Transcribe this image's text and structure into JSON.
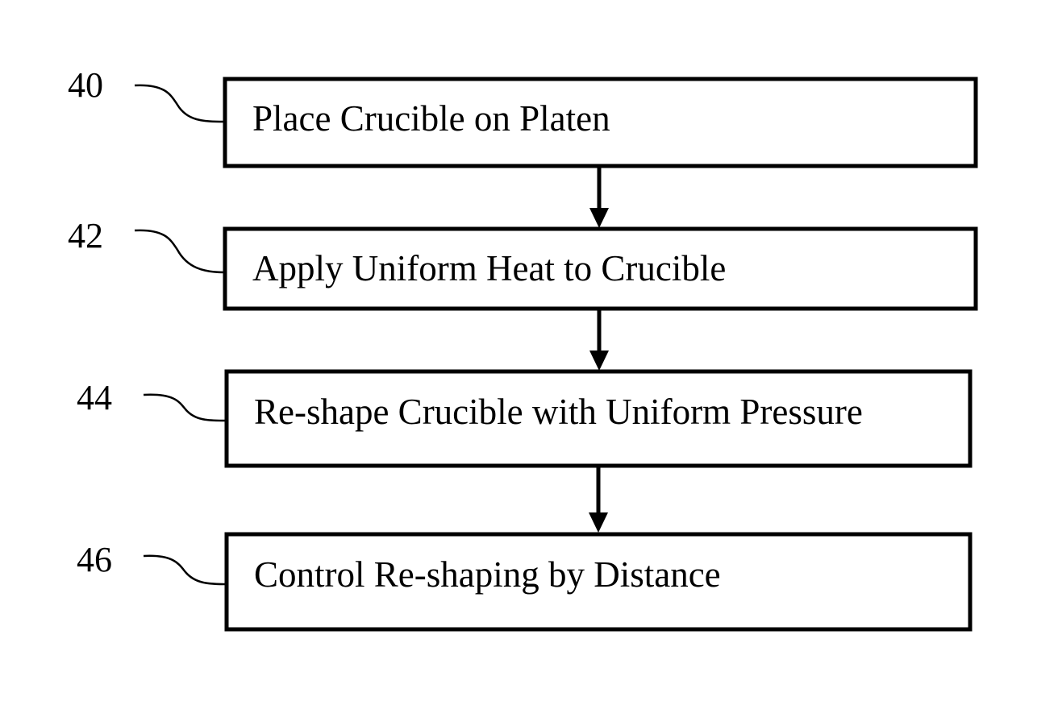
{
  "flowchart": {
    "steps": [
      {
        "ref": "40",
        "label": "Place Crucible on Platen"
      },
      {
        "ref": "42",
        "label": "Apply Uniform Heat to Crucible"
      },
      {
        "ref": "44",
        "label": "Re-shape Crucible with Uniform Pressure"
      },
      {
        "ref": "46",
        "label": "Control Re-shaping by Distance"
      }
    ]
  },
  "colors": {
    "stroke": "#000000",
    "background": "#ffffff"
  }
}
